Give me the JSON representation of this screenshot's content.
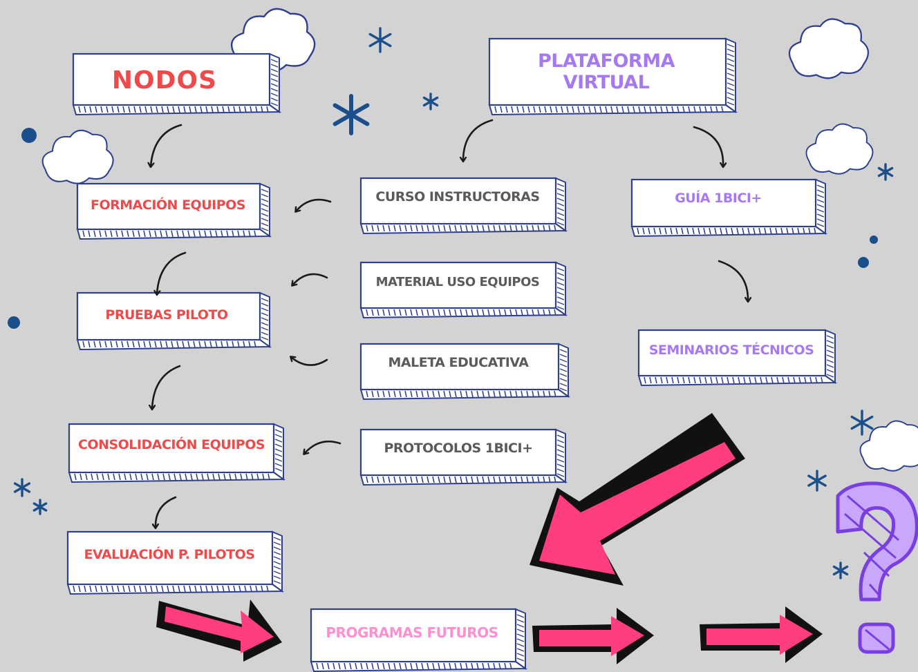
{
  "colors": {
    "background": "#d3d3d4",
    "box_fill": "#ffffff",
    "box_outline": "#2e3f8f",
    "nodes_red": "#ef4a4a",
    "virtual_purple": "#a679f2",
    "center_gray": "#5a5a5a",
    "futures_pink": "#ff8fd0",
    "big_arrow_pink": "#ff3d7f",
    "big_arrow_shadow": "#111111",
    "star_blue": "#1a4f8c",
    "question_purple": "#a86cf5"
  },
  "labels": {
    "nodos": "NODOS",
    "plataforma_line1": "PLATAFORMA",
    "plataforma_line2": "VIRTUAL",
    "formacion": "FORMACIÓN EQUIPOS",
    "pruebas": "PRUEBAS PILOTO",
    "consolidacion": "CONSOLIDACIÓN EQUIPOS",
    "evaluacion": "EVALUACIÓN P. PILOTOS",
    "curso": "CURSO INSTRUCTORAS",
    "material": "MATERIAL USO EQUIPOS",
    "maleta": "MALETA EDUCATIVA",
    "protocolos": "PROTOCOLOS 1BICI+",
    "guia": "GUÍA 1BICI+",
    "seminarios": "SEMINARIOS TÉCNICOS",
    "programas": "PROGRAMAS FUTUROS"
  },
  "icons": {
    "cloud": "cloud-icon",
    "star": "star-icon",
    "dot": "dot-icon",
    "curved_arrow": "curved-arrow-icon",
    "big_arrow": "big-arrow-icon",
    "question": "question-mark-icon"
  }
}
